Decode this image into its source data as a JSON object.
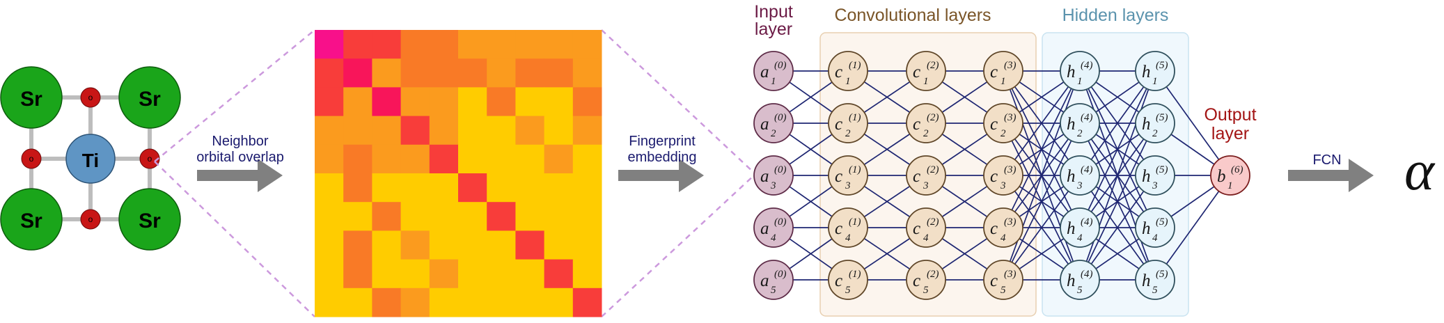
{
  "crystal": {
    "corner_atom": "Sr",
    "center_atom": "Ti",
    "oxygen_symbol": "o",
    "colors": {
      "sr": "#1aa51a",
      "ti": "#5f95c4",
      "o": "#c81616",
      "bond": "#bdbdbd"
    }
  },
  "arrows": {
    "overlap_line1": "Neighbor",
    "overlap_line2": "orbital overlap",
    "fingerprint_line1": "Fingerprint",
    "fingerprint_line2": "embedding",
    "fcn": "FCN",
    "color": "#808080"
  },
  "heatmap": {
    "size": 10,
    "legend": {
      "0": "#ffcc00",
      "1": "#fb9b1e",
      "2": "#f97a26",
      "3": "#f83d3a",
      "4": "#f8155a",
      "5": "#f8108a"
    },
    "matrix": [
      [
        5,
        3,
        3,
        2,
        2,
        1,
        1,
        1,
        1,
        1
      ],
      [
        3,
        4,
        1,
        2,
        2,
        2,
        1,
        2,
        2,
        1
      ],
      [
        3,
        1,
        4,
        1,
        1,
        0,
        2,
        0,
        0,
        2
      ],
      [
        1,
        1,
        1,
        3,
        1,
        0,
        0,
        1,
        0,
        1
      ],
      [
        1,
        2,
        1,
        1,
        3,
        0,
        0,
        0,
        1,
        0
      ],
      [
        0,
        2,
        0,
        0,
        0,
        3,
        0,
        0,
        0,
        0
      ],
      [
        0,
        0,
        2,
        0,
        0,
        0,
        3,
        0,
        0,
        0
      ],
      [
        0,
        2,
        0,
        1,
        0,
        0,
        0,
        3,
        0,
        0
      ],
      [
        0,
        2,
        0,
        0,
        1,
        0,
        0,
        0,
        3,
        0
      ],
      [
        0,
        0,
        2,
        1,
        0,
        0,
        0,
        0,
        0,
        3
      ]
    ]
  },
  "network": {
    "input_title_line1": "Input",
    "input_title_line2": "layer",
    "conv_title": "Convolutional layers",
    "hidden_title": "Hidden layers",
    "output_title_line1": "Output",
    "output_title_line2": "layer",
    "output_symbol": "α",
    "input_nodes": [
      {
        "sym": "a",
        "sup": "(0)",
        "sub": "1"
      },
      {
        "sym": "a",
        "sup": "(0)",
        "sub": "2"
      },
      {
        "sym": "a",
        "sup": "(0)",
        "sub": "3"
      },
      {
        "sym": "a",
        "sup": "(0)",
        "sub": "4"
      },
      {
        "sym": "a",
        "sup": "(0)",
        "sub": "5"
      }
    ],
    "conv1_nodes": [
      {
        "sym": "c",
        "sup": "(1)",
        "sub": "1"
      },
      {
        "sym": "c",
        "sup": "(1)",
        "sub": "2"
      },
      {
        "sym": "c",
        "sup": "(1)",
        "sub": "3"
      },
      {
        "sym": "c",
        "sup": "(1)",
        "sub": "4"
      },
      {
        "sym": "c",
        "sup": "(1)",
        "sub": "5"
      }
    ],
    "conv2_nodes": [
      {
        "sym": "c",
        "sup": "(2)",
        "sub": "1"
      },
      {
        "sym": "c",
        "sup": "(2)",
        "sub": "2"
      },
      {
        "sym": "c",
        "sup": "(2)",
        "sub": "3"
      },
      {
        "sym": "c",
        "sup": "(2)",
        "sub": "4"
      },
      {
        "sym": "c",
        "sup": "(2)",
        "sub": "5"
      }
    ],
    "conv3_nodes": [
      {
        "sym": "c",
        "sup": "(3)",
        "sub": "1"
      },
      {
        "sym": "c",
        "sup": "(3)",
        "sub": "2"
      },
      {
        "sym": "c",
        "sup": "(3)",
        "sub": "3"
      },
      {
        "sym": "c",
        "sup": "(3)",
        "sub": "4"
      },
      {
        "sym": "c",
        "sup": "(3)",
        "sub": "5"
      }
    ],
    "hidden4_nodes": [
      {
        "sym": "h",
        "sup": "(4)",
        "sub": "1"
      },
      {
        "sym": "h",
        "sup": "(4)",
        "sub": "2"
      },
      {
        "sym": "h",
        "sup": "(4)",
        "sub": "3"
      },
      {
        "sym": "h",
        "sup": "(4)",
        "sub": "4"
      },
      {
        "sym": "h",
        "sup": "(4)",
        "sub": "5"
      }
    ],
    "hidden5_nodes": [
      {
        "sym": "h",
        "sup": "(5)",
        "sub": "1"
      },
      {
        "sym": "h",
        "sup": "(5)",
        "sub": "2"
      },
      {
        "sym": "h",
        "sup": "(5)",
        "sub": "3"
      },
      {
        "sym": "h",
        "sup": "(5)",
        "sub": "4"
      },
      {
        "sym": "h",
        "sup": "(5)",
        "sub": "5"
      }
    ],
    "output_nodes": [
      {
        "sym": "b",
        "sup": "(6)",
        "sub": "1"
      }
    ],
    "colors": {
      "input_fill": "#d9bdcc",
      "input_stroke": "#5e2c48",
      "input_title": "#6b1a45",
      "conv_fill": "#f2dfc7",
      "conv_stroke": "#5f4628",
      "conv_title": "#7a5528",
      "conv_box_fill": "#fcf5ee",
      "conv_box_stroke": "#e8cfb0",
      "hidden_fill": "#e6f4fb",
      "hidden_stroke": "#2f4f5c",
      "hidden_title": "#5b93ad",
      "hidden_box_fill": "#f0f8fd",
      "hidden_box_stroke": "#c9e3f1",
      "output_fill": "#f9caca",
      "output_stroke": "#7a1d1d",
      "output_title": "#a31515",
      "edge": "#1e2672",
      "zoom_line": "#cc99dd"
    }
  }
}
